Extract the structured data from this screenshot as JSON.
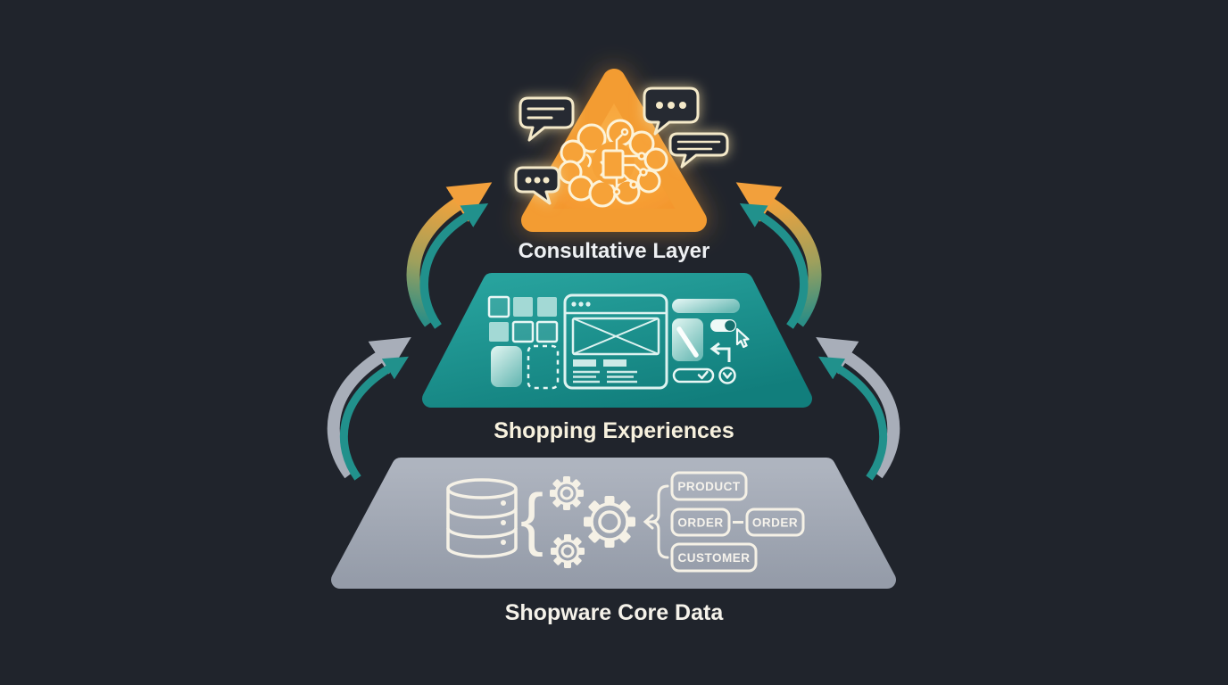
{
  "diagram": {
    "background": "#20242c",
    "layers": {
      "consultative": {
        "label": "Consultative Layer",
        "color": "#f59d33",
        "icons": [
          "brain-circuit-icon",
          "chat-bubble-lines-icon",
          "chat-bubble-dots-icon",
          "chat-bubble-lines-icon",
          "chat-bubble-dots-icon"
        ]
      },
      "shopping": {
        "label": "Shopping Experiences",
        "color": "#1a8f8b",
        "icons": [
          "layout-grid-icon",
          "gradient-card-icon",
          "dashed-slot-icon",
          "browser-wireframe-icon",
          "pill-bar-icon",
          "pencil-card-icon",
          "toggle-icon",
          "cursor-icon",
          "undo-corner-arrow-icon",
          "select-pill-icon",
          "chevron-circle-icon"
        ]
      },
      "core": {
        "label": "Shopware Core Data",
        "color": "#9fa6b1",
        "icons": [
          "database-icon",
          "curly-brace-icon",
          "gear-small-top-icon",
          "gear-large-icon",
          "gear-small-bottom-icon",
          "entity-brace-arrow-icon"
        ],
        "entities": {
          "product": "PRODUCT",
          "order": "ORDER",
          "order_linked": "ORDER",
          "customer": "CUSTOMER"
        }
      }
    },
    "glyphs": {
      "brace": "{"
    },
    "arrows": [
      {
        "id": "core-to-shopping-left",
        "direction": "up",
        "colors": [
          "#a8aeb9",
          "#21918c"
        ]
      },
      {
        "id": "core-to-shopping-right",
        "direction": "up",
        "colors": [
          "#a8aeb9",
          "#21918c"
        ]
      },
      {
        "id": "shopping-to-consultative-left",
        "direction": "up",
        "colors": [
          "#f0a23c",
          "#21918c"
        ]
      },
      {
        "id": "shopping-to-consultative-right",
        "direction": "up",
        "colors": [
          "#f0a23c",
          "#21918c"
        ]
      }
    ],
    "colors": {
      "orange": "#f59d33",
      "teal": "#1a8f8b",
      "gray": "#9fa6b1",
      "cream": "#f5f1e6",
      "label_text": "#f2f0e8"
    }
  }
}
